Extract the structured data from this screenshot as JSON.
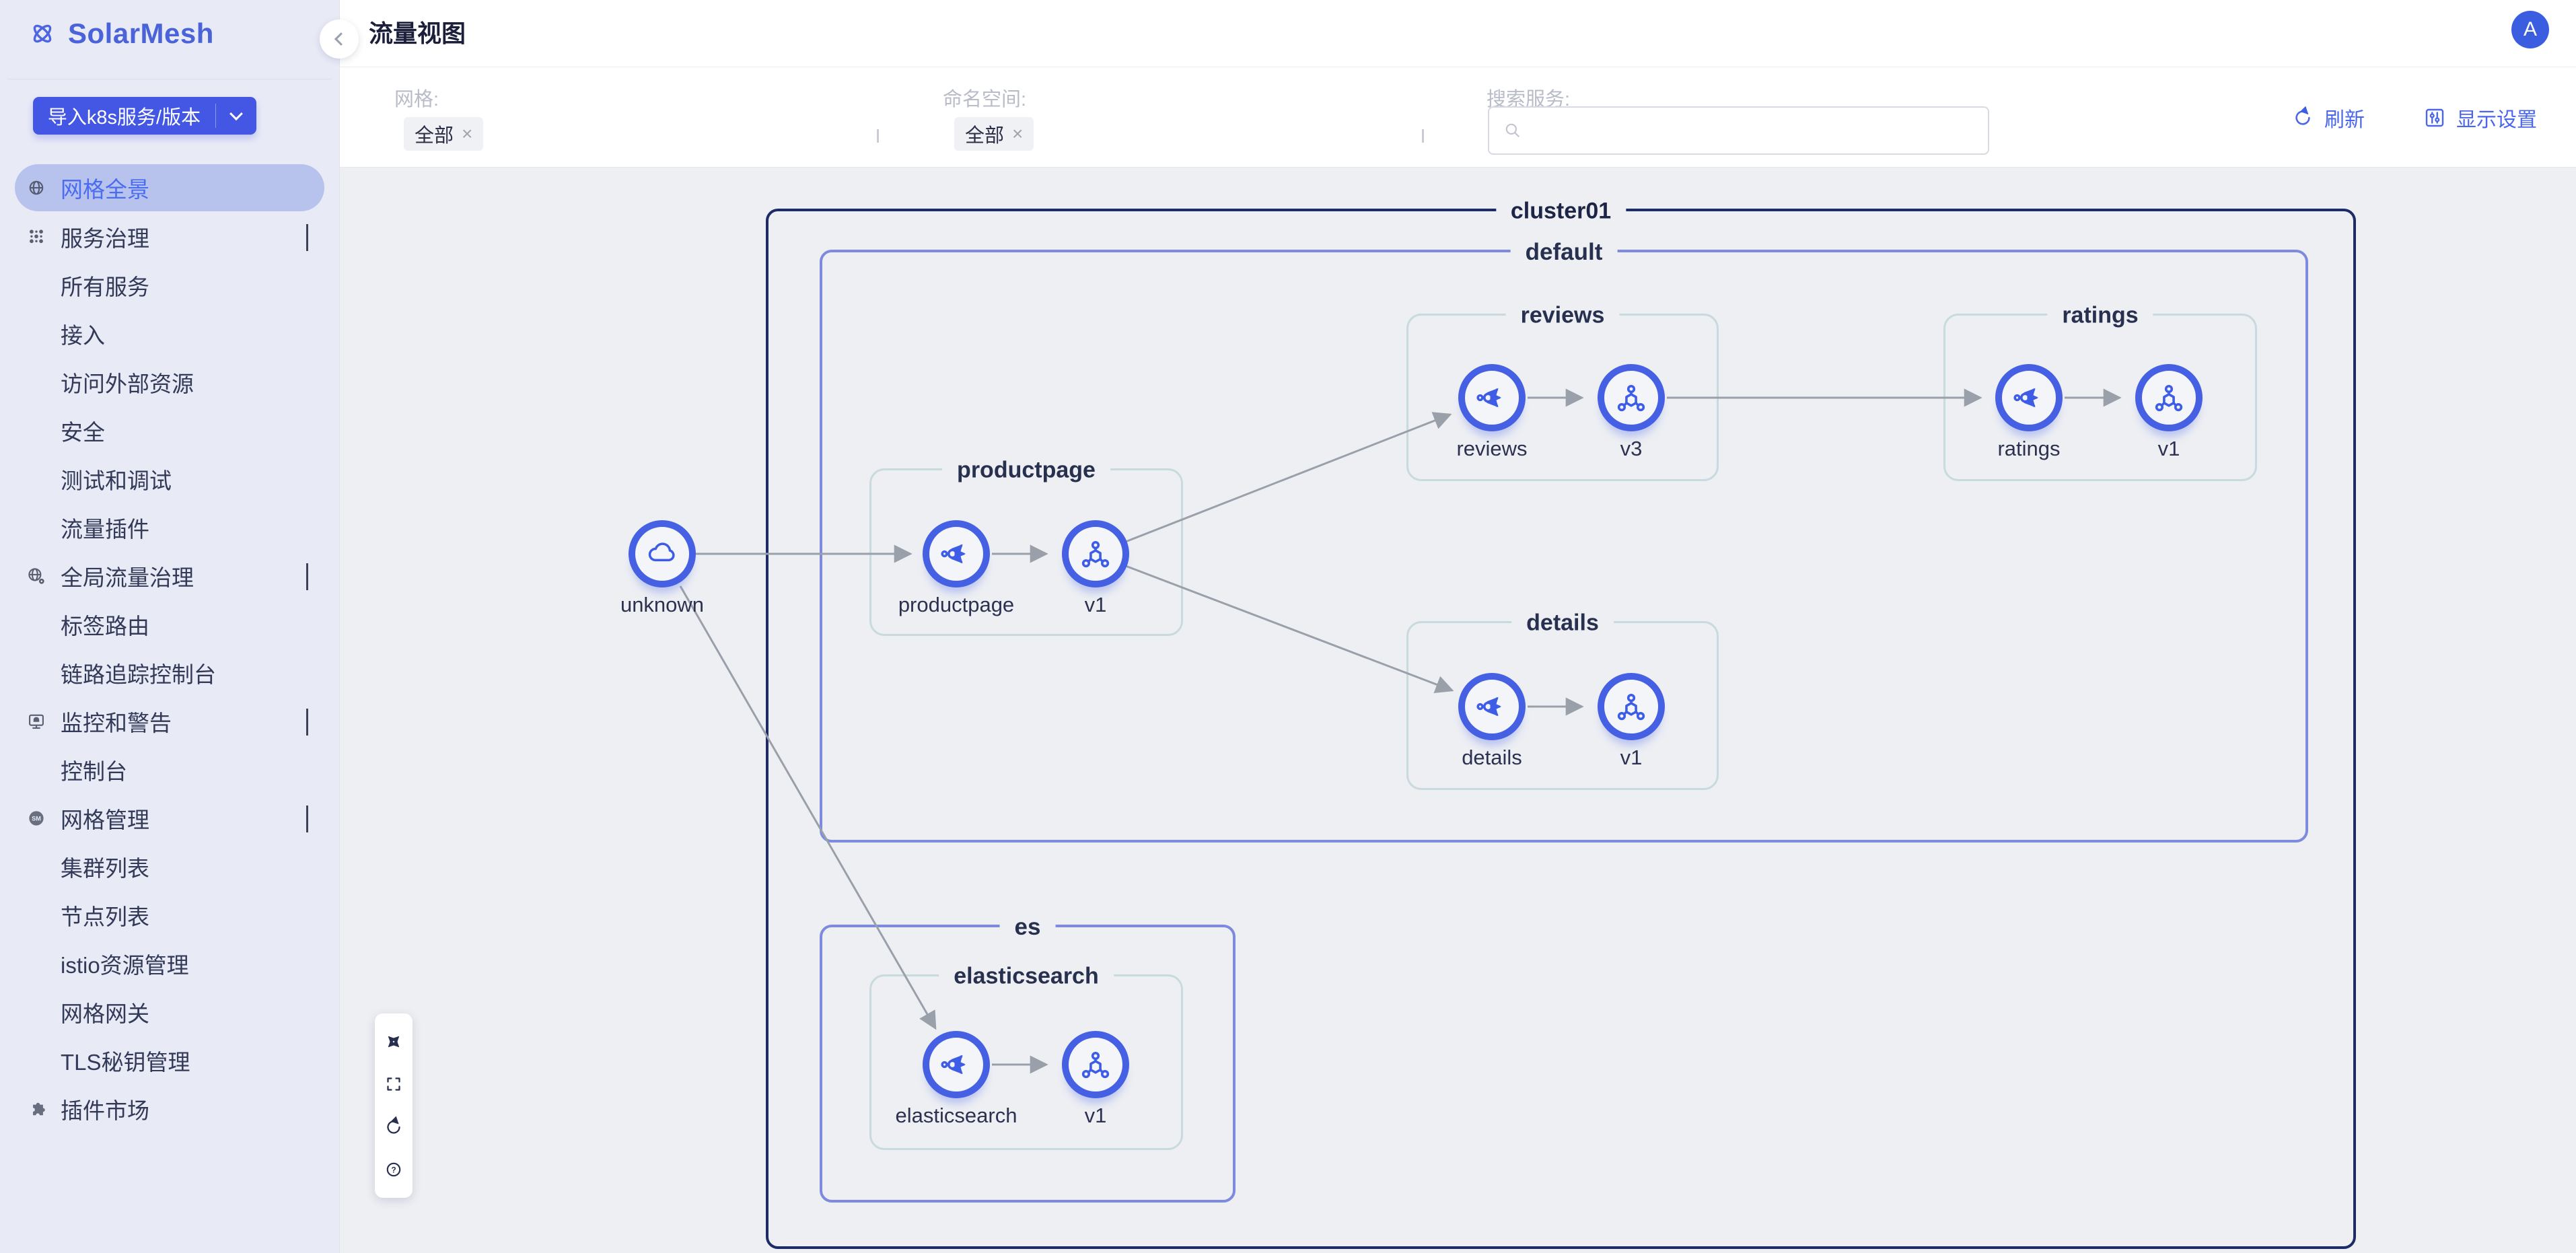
{
  "app": {
    "name": "SolarMesh"
  },
  "header": {
    "title": "流量视图",
    "avatar_text": "A"
  },
  "sidebar": {
    "import_button_label": "导入k8s服务/版本",
    "items": [
      {
        "label": "网格全景",
        "icon": "globe-icon",
        "active": true
      },
      {
        "label": "服务治理",
        "icon": "dots-grid-icon",
        "children": [
          "所有服务",
          "接入",
          "访问外部资源",
          "安全",
          "测试和调试",
          "流量插件"
        ]
      },
      {
        "label": "全局流量治理",
        "icon": "globe-gear-icon",
        "children": [
          "标签路由",
          "链路追踪控制台"
        ]
      },
      {
        "label": "监控和警告",
        "icon": "monitor-bell-icon",
        "children": [
          "控制台"
        ]
      },
      {
        "label": "网格管理",
        "icon": "mesh-badge-icon",
        "children": [
          "集群列表",
          "节点列表",
          "istio资源管理",
          "网格网关",
          "TLS秘钥管理"
        ]
      },
      {
        "label": "插件市场",
        "icon": "puzzle-icon"
      }
    ]
  },
  "filters": {
    "mesh_label": "网格:",
    "mesh_value": "全部",
    "namespace_label": "命名空间:",
    "namespace_value": "全部",
    "search_label": "搜索服务:",
    "search_value": "",
    "refresh_label": "刷新",
    "display_settings_label": "显示设置"
  },
  "graph": {
    "cluster_label": "cluster01",
    "namespaces": [
      {
        "label": "default"
      },
      {
        "label": "es"
      }
    ],
    "groups": [
      {
        "label": "productpage"
      },
      {
        "label": "reviews"
      },
      {
        "label": "ratings"
      },
      {
        "label": "details"
      },
      {
        "label": "elasticsearch"
      }
    ],
    "nodes": [
      {
        "id": "unknown",
        "label": "unknown",
        "type": "unknown-cloud"
      },
      {
        "id": "productpage",
        "label": "productpage",
        "type": "service"
      },
      {
        "id": "productpage-v1",
        "label": "v1",
        "type": "workload"
      },
      {
        "id": "reviews",
        "label": "reviews",
        "type": "service"
      },
      {
        "id": "reviews-v3",
        "label": "v3",
        "type": "workload"
      },
      {
        "id": "ratings",
        "label": "ratings",
        "type": "service"
      },
      {
        "id": "ratings-v1",
        "label": "v1",
        "type": "workload"
      },
      {
        "id": "details",
        "label": "details",
        "type": "service"
      },
      {
        "id": "details-v1",
        "label": "v1",
        "type": "workload"
      },
      {
        "id": "elasticsearch",
        "label": "elasticsearch",
        "type": "service"
      },
      {
        "id": "elasticsearch-v1",
        "label": "v1",
        "type": "workload"
      }
    ],
    "edges": [
      {
        "from": "unknown",
        "to": "productpage"
      },
      {
        "from": "unknown",
        "to": "elasticsearch"
      },
      {
        "from": "productpage",
        "to": "productpage-v1"
      },
      {
        "from": "productpage-v1",
        "to": "reviews"
      },
      {
        "from": "productpage-v1",
        "to": "details"
      },
      {
        "from": "reviews",
        "to": "reviews-v3"
      },
      {
        "from": "reviews-v3",
        "to": "ratings"
      },
      {
        "from": "ratings",
        "to": "ratings-v1"
      },
      {
        "from": "details",
        "to": "details-v1"
      },
      {
        "from": "elasticsearch",
        "to": "elasticsearch-v1"
      }
    ],
    "toolbar_icons": [
      "expand-icon",
      "fullscreen-icon",
      "refresh-icon",
      "help-icon"
    ]
  },
  "colors": {
    "accent": "#4356e4",
    "node_ring": "#4560e2",
    "cluster_border": "#1d2b66",
    "namespace_border": "#7e8ade",
    "group_border": "#c9dade",
    "edge": "#99a0aa",
    "sidebar_bg": "#e8eaf6",
    "active_pill": "#b7c3ec",
    "content_bg": "#edeff3"
  }
}
